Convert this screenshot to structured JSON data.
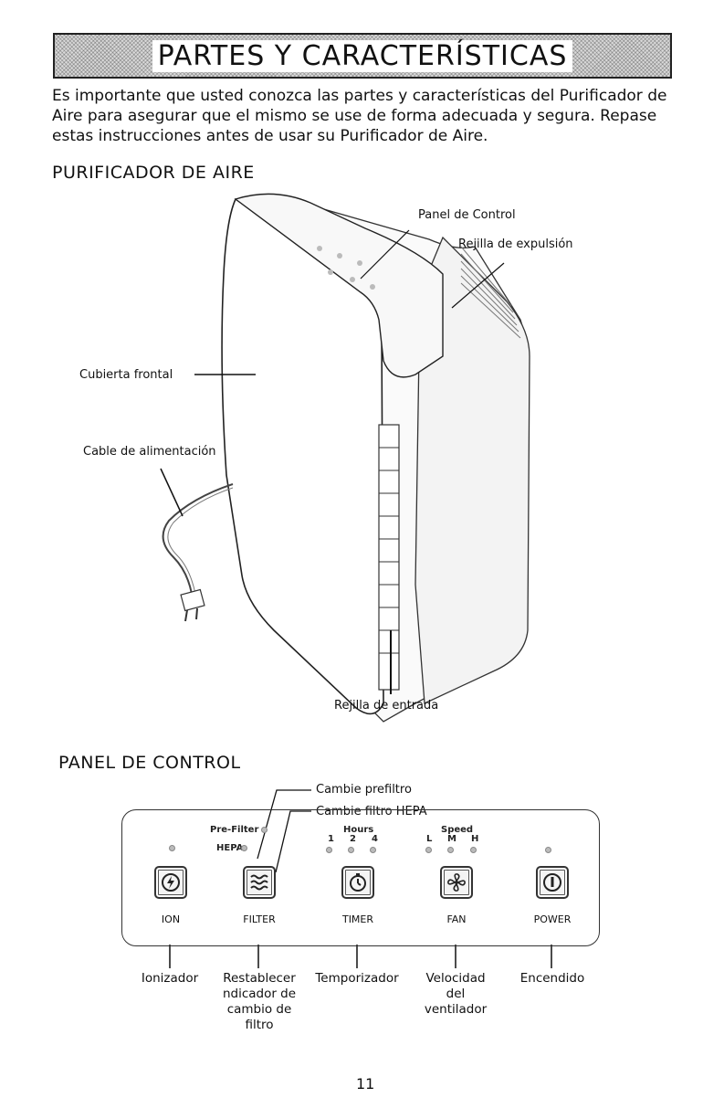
{
  "banner_title": "PARTES Y CARACTERÍSTICAS",
  "intro": "Es importante que usted conozca las partes y características del Purificador de Aire para asegurar que el mismo se use de forma adecuada y segura. Repase estas instrucciones antes de usar su Purificador de Aire.",
  "purifier_section": {
    "title": "PURIFICADOR DE AIRE",
    "labels": {
      "control_panel": "Panel de Control",
      "exhaust_grille": "Rejilla de expulsión",
      "front_cover": "Cubierta frontal",
      "power_cord": "Cable de alimentación",
      "intake_grille": "Rejilla de entrada"
    }
  },
  "control_section": {
    "title": "PANEL DE CONTROL",
    "callouts": {
      "prefilter": "Cambie prefiltro",
      "hepa": "Cambie filtro HEPA"
    },
    "panel": {
      "prefilter_label": "Pre-Filter",
      "hepa_label": "HEPA",
      "hours_label": "Hours",
      "hours": [
        "1",
        "2",
        "4"
      ],
      "speed_label": "Speed",
      "speeds": [
        "L",
        "M",
        "H"
      ]
    },
    "buttons": [
      {
        "label": "ION",
        "description": "Ionizador",
        "icon": "ion-icon"
      },
      {
        "label": "FILTER",
        "description": "Restablecer ndicador de cambio de filtro",
        "icon": "filter-icon"
      },
      {
        "label": "TIMER",
        "description": "Temporizador",
        "icon": "timer-icon"
      },
      {
        "label": "FAN",
        "description": "Velocidad del ventilador",
        "icon": "fan-icon"
      },
      {
        "label": "POWER",
        "description": "Encendido",
        "icon": "power-icon"
      }
    ]
  },
  "page_number": "11"
}
